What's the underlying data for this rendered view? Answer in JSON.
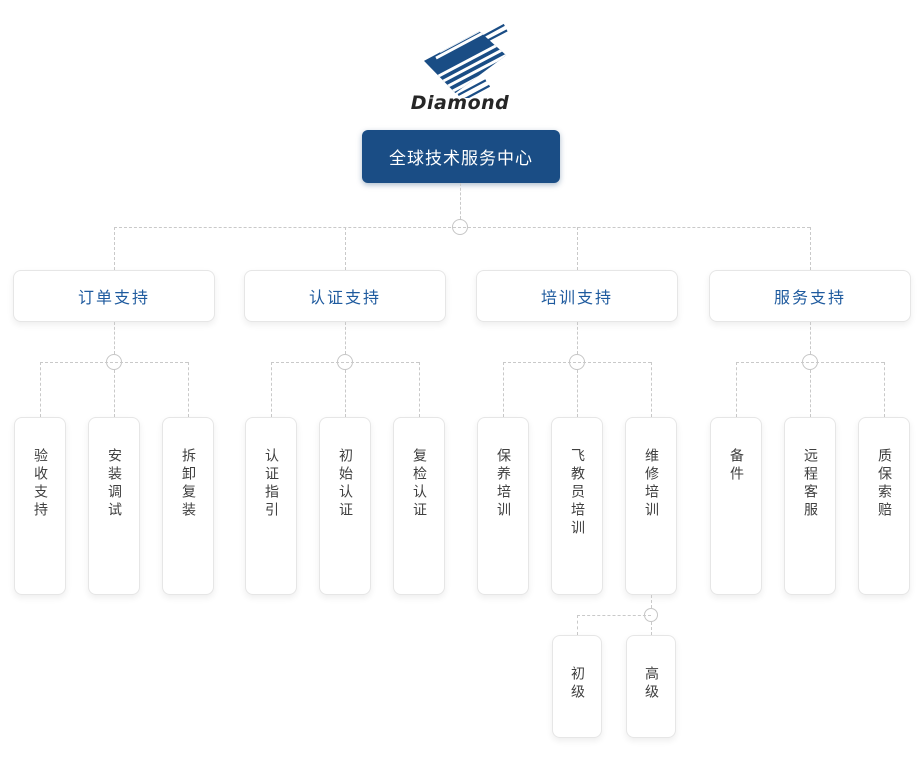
{
  "brand": {
    "wordmark": "Diamond",
    "logo_icon": "diamond-striped-gem-icon"
  },
  "tree": {
    "root": {
      "label": "全球技术服务中心"
    },
    "branches": [
      {
        "label": "订单支持",
        "children": [
          "验收支持",
          "安装调试",
          "拆卸复装"
        ]
      },
      {
        "label": "认证支持",
        "children": [
          "认证指引",
          "初始认证",
          "复检认证"
        ]
      },
      {
        "label": "培训支持",
        "children": [
          "保养培训",
          "飞教员培训",
          "维修培训"
        ]
      },
      {
        "label": "服务支持",
        "children": [
          "备件",
          "远程客服",
          "质保索赔"
        ]
      }
    ],
    "sub_branch": {
      "parent": "维修培训",
      "children": [
        "初级",
        "高级"
      ]
    }
  },
  "colors": {
    "brand_navy": "#1a4d85",
    "root_bg": "#1a4d85",
    "root_text": "#ffffff",
    "branch_text": "#1e5a9e",
    "leaf_text": "#404040",
    "connector": "#c9c9c9",
    "node_border": "#e6e6e6",
    "background": "#ffffff"
  }
}
